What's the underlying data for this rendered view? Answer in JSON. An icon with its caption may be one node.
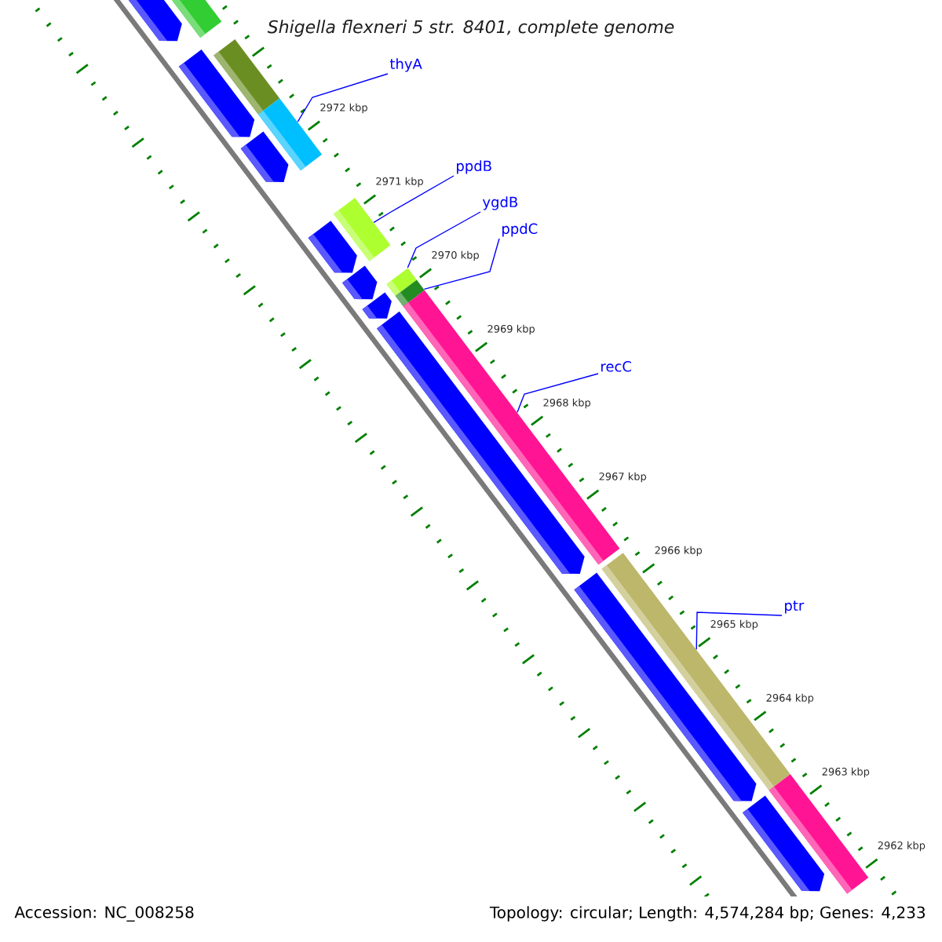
{
  "diagram": {
    "title": "Shigella flexneri 5 str. 8401, complete genome",
    "nodes": [
      {
        "text": [
          "thyA"
        ]
      },
      {
        "text": [
          "ppdB"
        ]
      },
      {
        "text": [
          "ygdB"
        ]
      },
      {
        "text": [
          "ppdC"
        ]
      },
      {
        "text": [
          "recC"
        ]
      },
      {
        "text": [
          "ptr"
        ]
      },
      {
        "text": [],
        "shape": "pentagon"
      },
      {
        "text": [],
        "shape": "bar"
      },
      {
        "text": [],
        "shape": "pentagon"
      },
      {
        "text": [],
        "shape": "bar"
      },
      {
        "text": [],
        "shape": "bar"
      },
      {
        "text": [],
        "shape": "pentagon"
      },
      {
        "text": [],
        "shape": "bar"
      },
      {
        "text": [],
        "shape": "pentagon"
      },
      {
        "text": [],
        "shape": "pentagon"
      },
      {
        "text": [],
        "shape": "bar"
      },
      {
        "text": [],
        "shape": "pentagon"
      },
      {
        "text": [],
        "shape": "bar"
      },
      {
        "text": [],
        "shape": "bar"
      },
      {
        "text": [],
        "shape": "pentagon"
      },
      {
        "text": [],
        "shape": "bar"
      },
      {
        "text": [],
        "shape": "pentagon"
      },
      {
        "text": [],
        "shape": "bar"
      },
      {
        "text": [],
        "shape": "pentagon"
      }
    ],
    "edges": [
      {
        "from": 0,
        "to": 10,
        "arrow": "none"
      },
      {
        "from": 1,
        "to": 12,
        "arrow": "none"
      },
      {
        "from": 2,
        "to": 15,
        "arrow": "none"
      },
      {
        "from": 3,
        "to": 17,
        "arrow": "none"
      },
      {
        "from": 4,
        "to": 18,
        "arrow": "none"
      },
      {
        "from": 5,
        "to": 20,
        "arrow": "none"
      }
    ],
    "labels": [
      "2972 kbp",
      "2971 kbp",
      "2970 kbp",
      "2969 kbp",
      "2968 kbp",
      "2967 kbp",
      "2966 kbp",
      "2965 kbp",
      "2964 kbp",
      "2963 kbp",
      "2962 kbp",
      "Accession: NC_008258",
      "Topology: circular; Length: 4,574,284 bp; Genes: 4,233"
    ]
  }
}
